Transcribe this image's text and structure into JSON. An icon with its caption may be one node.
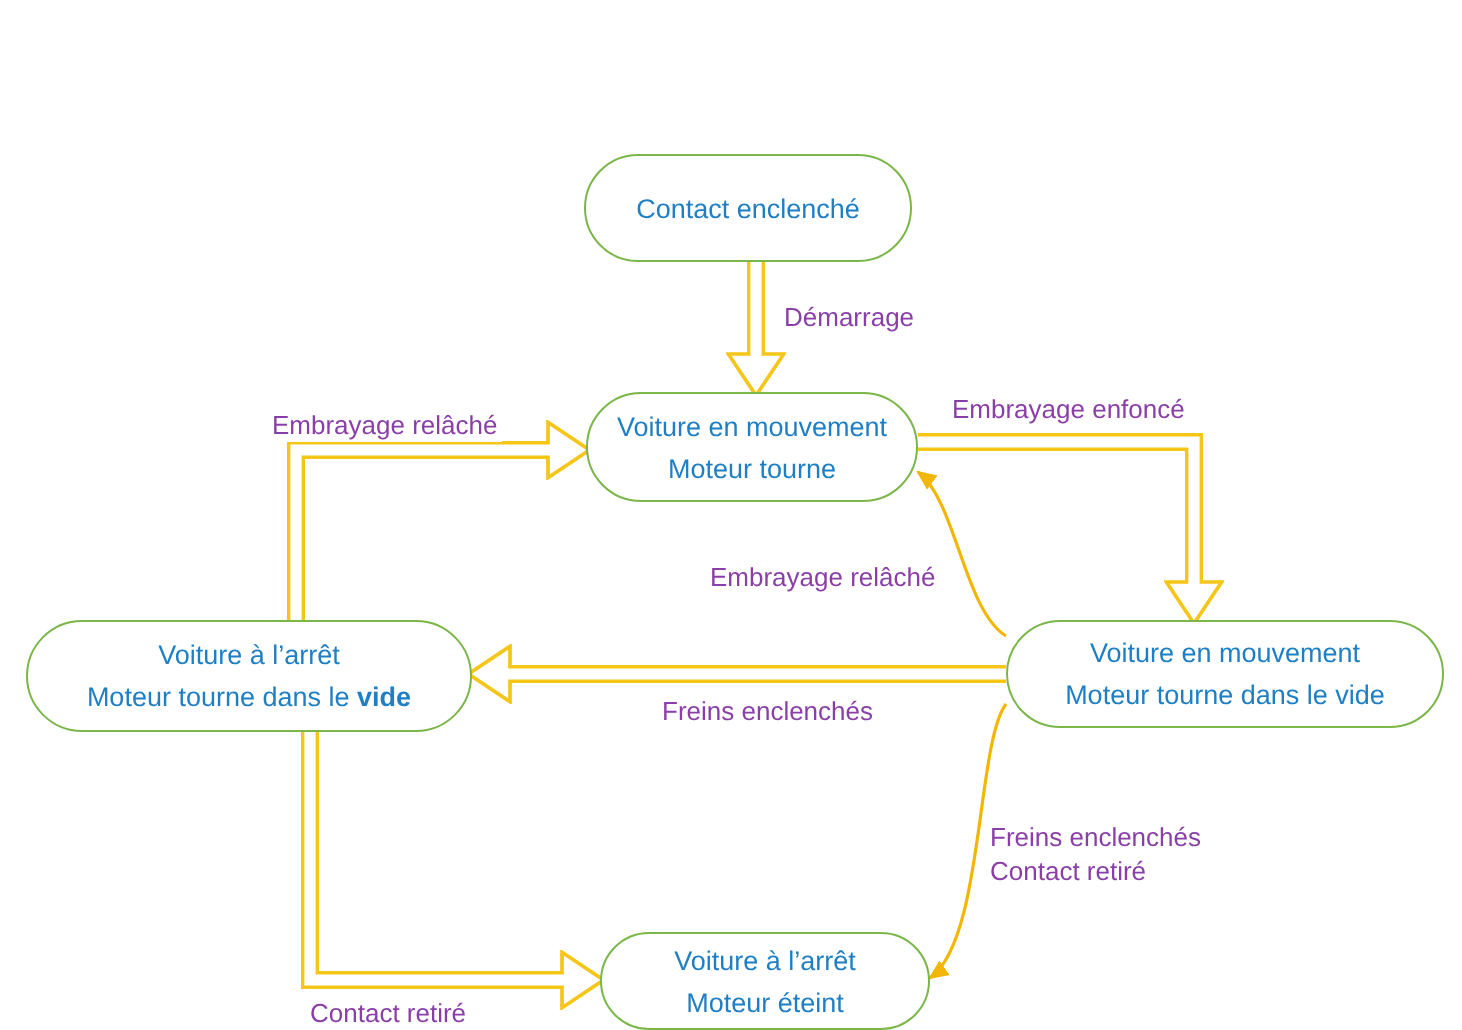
{
  "diagram": {
    "nodes": [
      {
        "text": [
          "Contact enclenché"
        ]
      },
      {
        "text": [
          "Voiture en mouvement",
          "Moteur tourne"
        ]
      },
      {
        "text": [
          "Voiture à l’arrêt",
          "Moteur tourne dans le **vide**"
        ]
      },
      {
        "text": [
          "Voiture en mouvement",
          "Moteur tourne dans le vide"
        ]
      },
      {
        "text": [
          "Voiture à l’arrêt",
          "Moteur éteint"
        ]
      }
    ],
    "edges": [
      {
        "from": 0,
        "to": 1,
        "arrow": "to",
        "label": "Démarrage"
      },
      {
        "from": 2,
        "to": 1,
        "arrow": "to",
        "label": "Embrayage relâché"
      },
      {
        "from": 1,
        "to": 3,
        "arrow": "to",
        "label": "Embrayage enfoncé"
      },
      {
        "from": 3,
        "to": 1,
        "arrow": "to",
        "label": "Embrayage relâché"
      },
      {
        "from": 3,
        "to": 2,
        "arrow": "to",
        "label": "Freins enclenchés"
      },
      {
        "from": 3,
        "to": 4,
        "arrow": "to",
        "label": "Freins enclenchés Contact retiré"
      },
      {
        "from": 2,
        "to": 4,
        "arrow": "to",
        "label": "Contact retiré"
      }
    ]
  }
}
